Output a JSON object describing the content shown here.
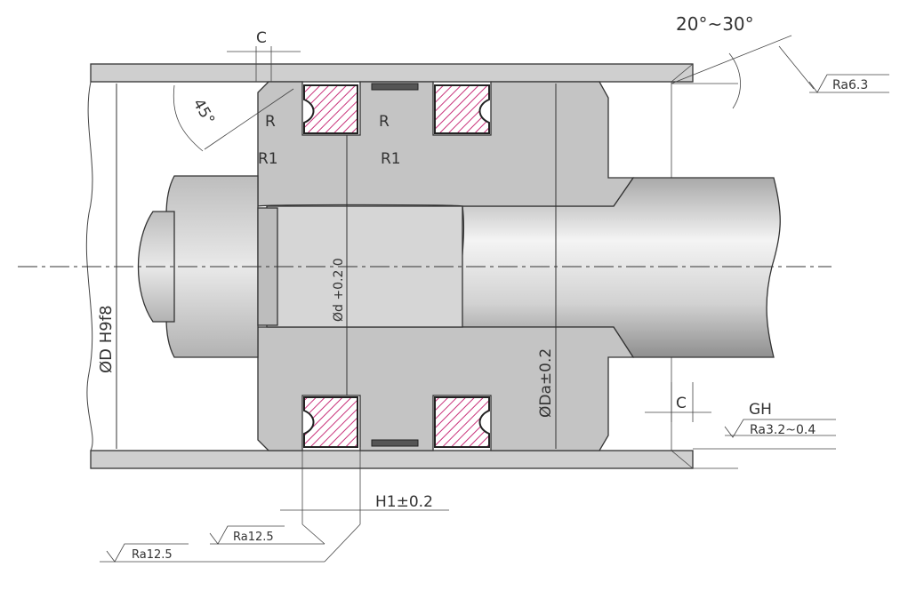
{
  "labels": {
    "c_top": "C",
    "c_right": "C",
    "angle_chamfer": "20°~30°",
    "angle_45": "45°",
    "roughness_top": "Ra6.3",
    "radius_r_left": "R",
    "radius_r_right": "R",
    "radius_r1_left": "R1",
    "radius_r1_right": "R1",
    "bore_diameter": "ØD H9f8",
    "groove_diameter": "Ød +0.2 0",
    "outer_diameter": "ØDa±0.2",
    "gh": "GH",
    "roughness_right": "Ra3.2~0.4",
    "h1": "H1±0.2",
    "roughness_mid": "Ra12.5",
    "roughness_low": "Ra12.5"
  },
  "colors": {
    "housing": "#cfcfcf",
    "piston": "#c4c4c4",
    "seal_hatch": "#c8327a",
    "line": "#333333",
    "background": "#ffffff"
  }
}
